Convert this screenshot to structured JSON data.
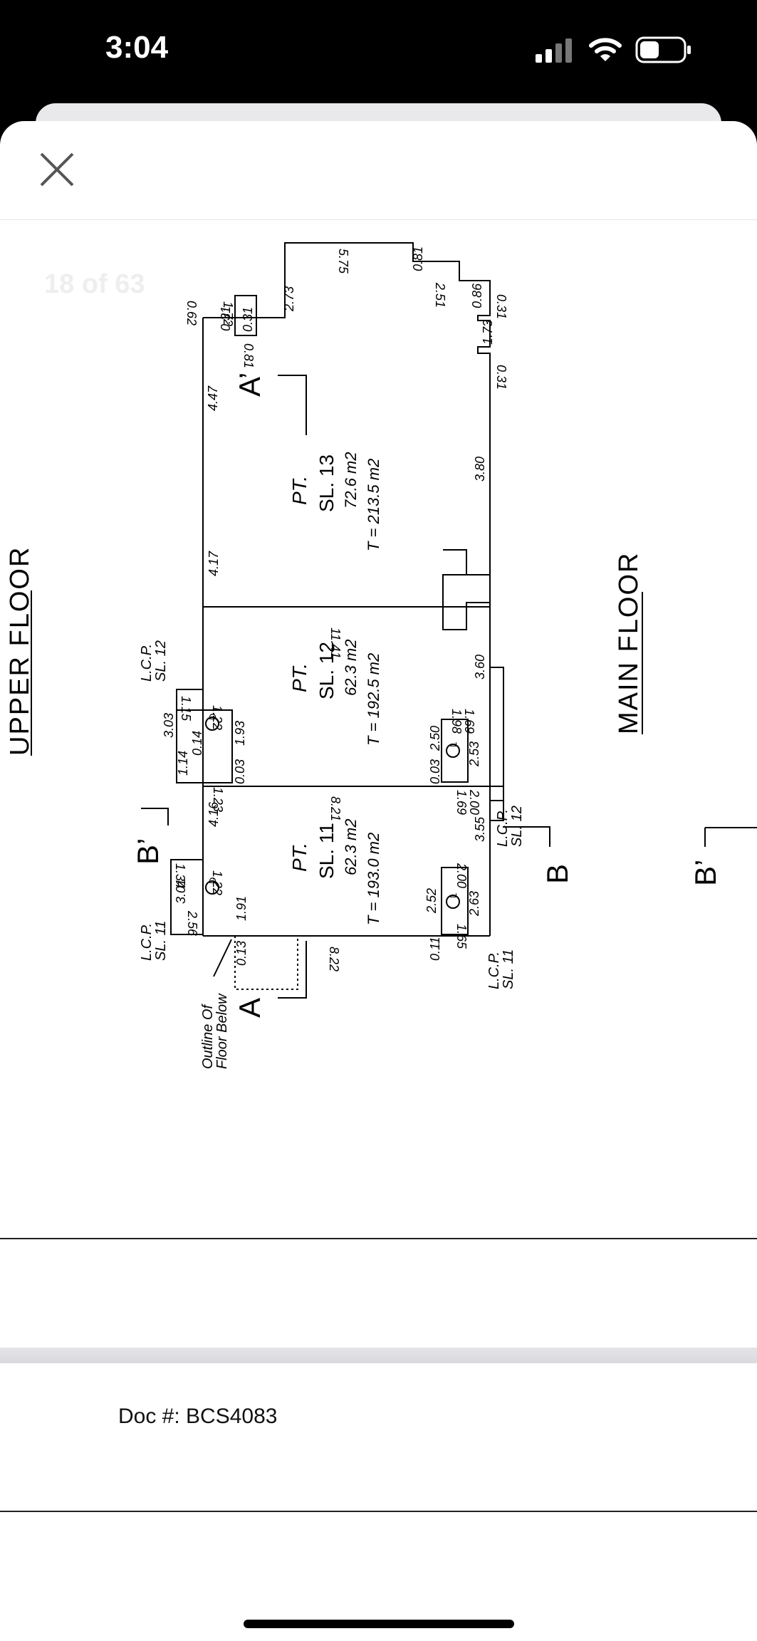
{
  "status_bar": {
    "time": "3:04"
  },
  "viewer": {
    "page_indicator": "18 of 63",
    "doc_label": "Doc #: BCS4083"
  },
  "plan": {
    "upper_floor": "UPPER FLOOR",
    "main_floor": "MAIN FLOOR",
    "section_a": "A",
    "section_a_prime": "A’",
    "section_b": "B",
    "section_b_prime": "B’",
    "outline_line1": "Outline Of",
    "outline_line2": "Floor Below",
    "lcp_11": "L.C.P.",
    "sl_11": "SL. 11",
    "lcp_12": "L.C.P.",
    "sl_12": "SL. 12",
    "symbol_d": "D",
    "symbol_l": "L",
    "unit_13": {
      "pt": "PT.",
      "sl": "SL. 13",
      "area": "72.6 m2",
      "total": "T = 213.5 m2"
    },
    "unit_12": {
      "pt": "PT.",
      "sl": "SL. 12",
      "area": "62.3 m2",
      "total": "T = 192.5 m2"
    },
    "unit_11": {
      "pt": "PT.",
      "sl": "SL. 11",
      "area": "62.3 m2",
      "total": "T = 193.0 m2"
    },
    "dims": {
      "d575": "5.75",
      "d273": "2.73",
      "d081a": "0.81",
      "d081b": "0.81",
      "d062": "0.62",
      "d172": "1.72",
      "d031a": "0.31",
      "d031b": "0.31",
      "d031c": "0.31",
      "d031d": "0.31",
      "d447": "4.47",
      "d251": "2.51",
      "d086": "0.86",
      "d173": "1.73",
      "d380": "3.80",
      "d1141": "11.41",
      "d417": "4.17",
      "d115": "1.15",
      "d303": "3.03",
      "d014": "0.14",
      "d122a": "1.22",
      "d193": "1.93",
      "d114": "1.14",
      "d123": "1.23",
      "d003a": "0.03",
      "d360": "3.60",
      "d198": "1.98",
      "d169a": "1.69",
      "d250": "2.50",
      "d253": "2.53",
      "d169b": "1.69",
      "d003b": "0.03",
      "d200a": "2.00",
      "d821": "8.21",
      "d416": "4.16",
      "d134": "1.34",
      "d122b": "1.22",
      "d301": "3.01",
      "d256": "2.56",
      "d191": "1.91",
      "d013": "0.13",
      "d822": "8.22",
      "d355": "3.55",
      "d200b": "2.00",
      "d252": "2.52",
      "d263": "2.63",
      "d165": "1.65",
      "d011": "0.11"
    }
  }
}
